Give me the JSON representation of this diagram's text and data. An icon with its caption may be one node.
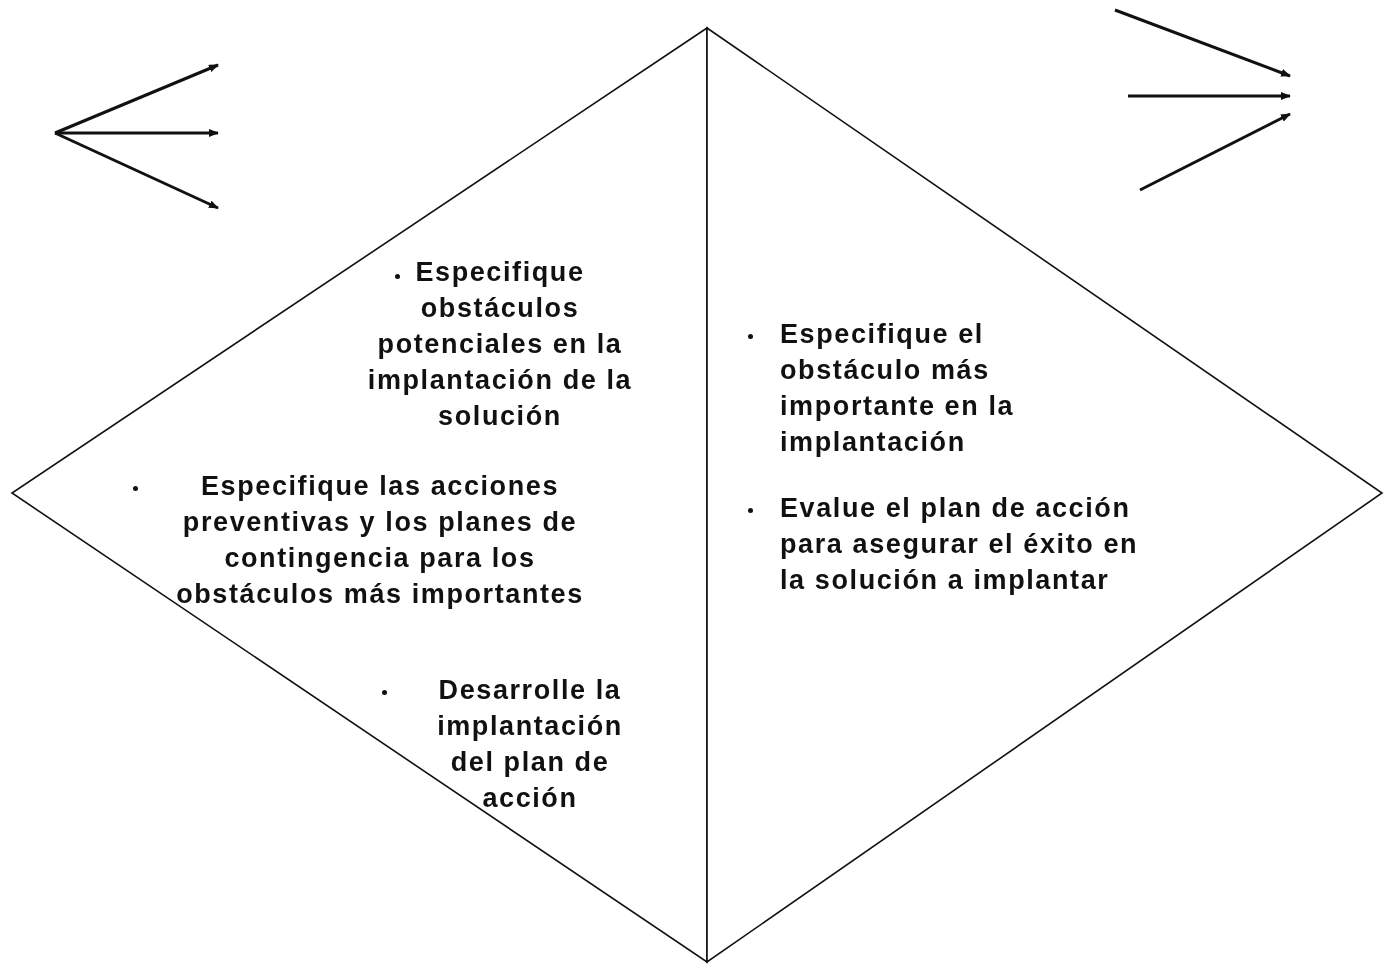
{
  "diagram": {
    "nodes": [
      {
        "text": [
          "Especifique obstáculos potenciales en la implantación de la solución",
          "Especifique las acciones preventivas y los planes de contingencia para los obstáculos más importantes",
          "Desarrolle la implantación del plan de acción"
        ]
      },
      {
        "text": [
          "Especifique el obstáculo más importante en la implantación",
          "Evalue el plan de acción para asegurar el éxito en la solución a implantar"
        ]
      }
    ]
  }
}
